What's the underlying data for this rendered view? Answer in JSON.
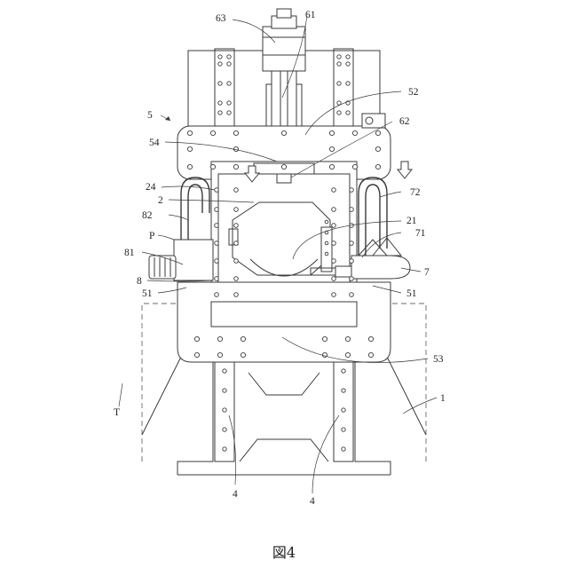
{
  "figure": {
    "caption": "図4",
    "labels": {
      "l63": "63",
      "l61": "61",
      "l52": "52",
      "l5": "5",
      "l62": "62",
      "l54": "54",
      "l24": "24",
      "l72": "72",
      "l2": "2",
      "l82": "82",
      "l21": "21",
      "l71": "71",
      "lP": "P",
      "l81": "81",
      "l7": "7",
      "l8": "8",
      "l51a": "51",
      "l51b": "51",
      "l53": "53",
      "l1": "1",
      "lT": "T",
      "l4a": "4",
      "l4b": "4"
    }
  }
}
